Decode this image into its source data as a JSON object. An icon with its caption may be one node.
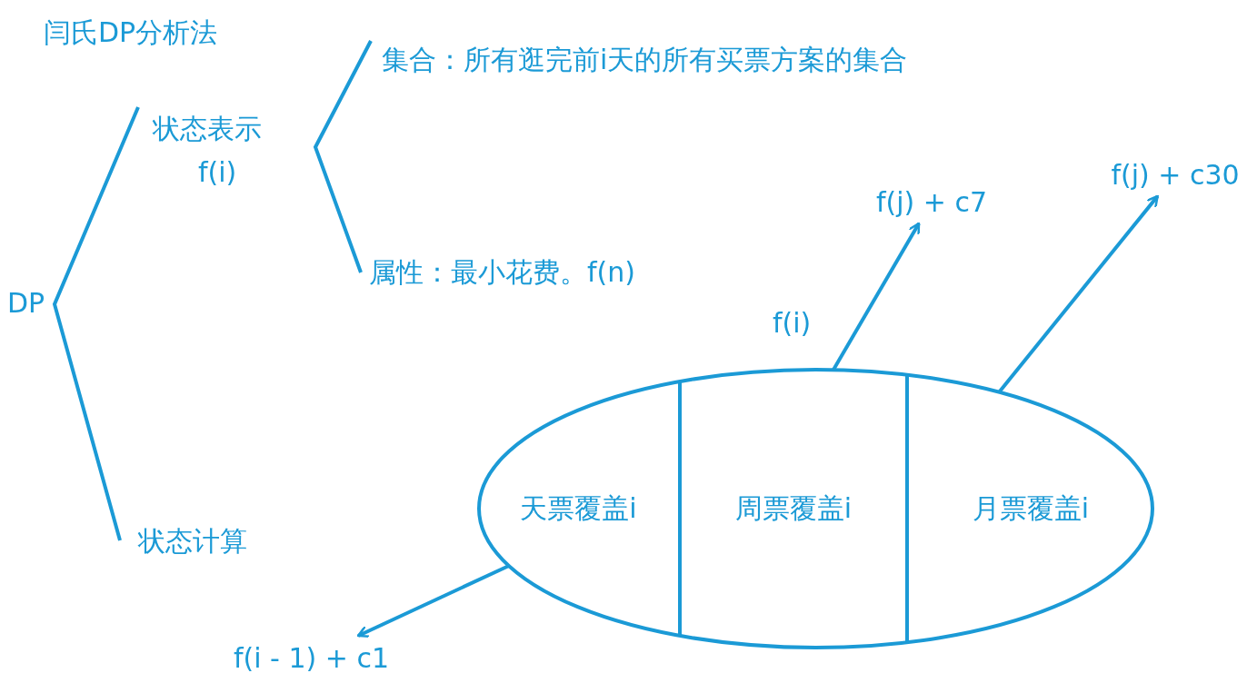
{
  "diagram": {
    "nodes": [
      {
        "text": [],
        "shape": "ellipse",
        "beside": [
          "f(i)"
        ]
      },
      {
        "text": [
          "天票覆盖i"
        ],
        "in": 0
      },
      {
        "text": [
          "周票覆盖i"
        ],
        "in": 0
      },
      {
        "text": [
          "月票覆盖i"
        ],
        "in": 0
      },
      {
        "text": [
          "f(j) + c7"
        ]
      },
      {
        "text": [
          "f(j) + c30"
        ]
      },
      {
        "text": [
          "f(i - 1) + c1"
        ]
      }
    ],
    "edges": [
      {
        "from": 0,
        "to": 4,
        "arrow": "to"
      },
      {
        "from": 0,
        "to": 5,
        "arrow": "to"
      },
      {
        "from": 0,
        "to": 6,
        "arrow": "to"
      }
    ],
    "labels": [
      "闫氏DP分析法",
      "集合：所有逛完前i天的所有买票方案的集合",
      "状态表示",
      "f(i)",
      "DP",
      "属性：最小花费。f(n)",
      "状态计算"
    ]
  }
}
